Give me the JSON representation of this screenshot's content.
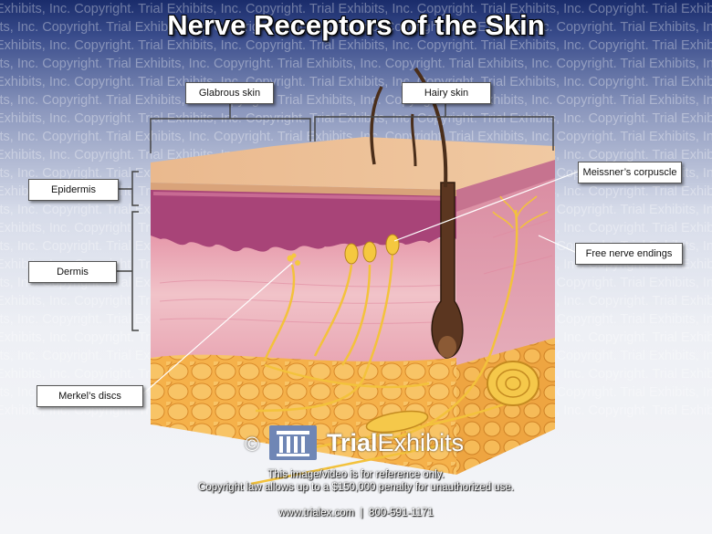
{
  "title": "Nerve Receptors of the Skin",
  "watermark_line": "Exhibits, Inc. Copyright. Trial Exhibits, Inc. Copyright. Trial Exhibits, Inc. Copyright. Trial Exhibits, Inc. Copyright. Trial Exhibits, Inc. Copyright.",
  "labels": {
    "glabrous": "Glabrous skin",
    "hairy": "Hairy skin",
    "epidermis": "Epidermis",
    "dermis": "Dermis",
    "meissner": "Meissner’s corpuscle",
    "free_nerve": "Free nerve endings",
    "merkel": "Merkel’s discs"
  },
  "logo": {
    "copyright_symbol": "©",
    "brand_left": "Trial",
    "brand_right": "Exhibits"
  },
  "footer": {
    "line1": "This image/video is for reference only.",
    "line2": "Copyright law allows up to a $150,000 penalty for unauthorized use.",
    "website": "www.trialex.com",
    "separator": "|",
    "phone": "800-591-1171"
  },
  "colors": {
    "title_text": "#ffffff",
    "skin_surface": "#e9b98f",
    "epidermis": "#9b3f6e",
    "dermis": "#e7a5ae",
    "fat": "#f0b04a",
    "nerve": "#f3c23c",
    "hair": "#4a2e1a"
  }
}
